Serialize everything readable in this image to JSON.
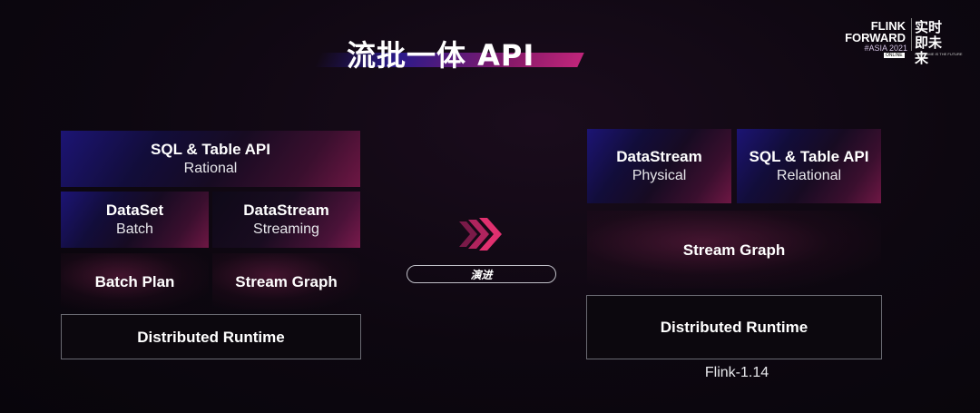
{
  "title": "流批一体 API",
  "logo": {
    "line1": "FLINK",
    "line2": "FORWARD",
    "line3": "#ASIA 2021",
    "line4": "ONLINE",
    "right_line1": "实时",
    "right_line2": "即未来",
    "right_sub": "REAL-TIME IS THE FUTURE"
  },
  "left_stack": {
    "sql_table": {
      "title": "SQL & Table API",
      "sub": "Rational"
    },
    "dataset": {
      "title": "DataSet",
      "sub": "Batch"
    },
    "datastream": {
      "title": "DataStream",
      "sub": "Streaming"
    },
    "batch_plan": "Batch Plan",
    "stream_graph": "Stream Graph",
    "runtime": "Distributed Runtime"
  },
  "evolution_label": "演进",
  "right_stack": {
    "datastream": {
      "title": "DataStream",
      "sub": "Physical"
    },
    "sql_table": {
      "title": "SQL & Table API",
      "sub": "Relational"
    },
    "stream_graph": "Stream Graph",
    "runtime": "Distributed Runtime",
    "version": "Flink-1.14"
  },
  "colors": {
    "accent_blue": "#1c1474",
    "accent_pink": "#c0257a",
    "arrow": "#d8306e"
  }
}
